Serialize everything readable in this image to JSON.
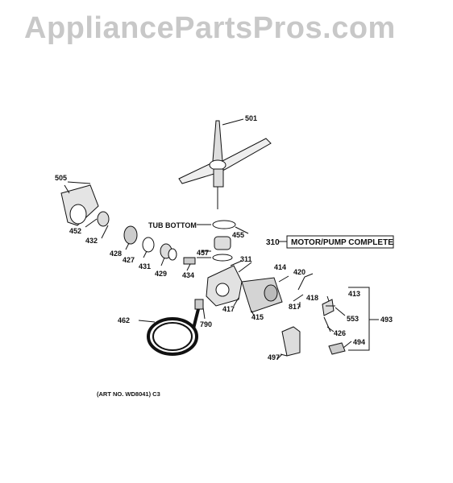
{
  "watermark": "AppliancePartsPros.com",
  "art_number": "(ART NO. WD8041) C3",
  "tub_bottom": "TUB BOTTOM",
  "motor_pump_box": {
    "number": "310",
    "label": "MOTOR/PUMP COMPLETE"
  },
  "parts": {
    "p501": "501",
    "p505": "505",
    "p455": "455",
    "p452": "452",
    "p432": "432",
    "p428": "428",
    "p427": "427",
    "p431": "431",
    "p429": "429",
    "p434": "434",
    "p457": "457",
    "p311": "311",
    "p414": "414",
    "p420": "420",
    "p418": "418",
    "p413": "413",
    "p553": "553",
    "p493": "493",
    "p817": "817",
    "p417": "417",
    "p415": "415",
    "p426": "426",
    "p494": "494",
    "p497": "497",
    "p462": "462",
    "p790": "790"
  },
  "colors": {
    "watermark": "#c8c8c8",
    "ink": "#111111"
  }
}
